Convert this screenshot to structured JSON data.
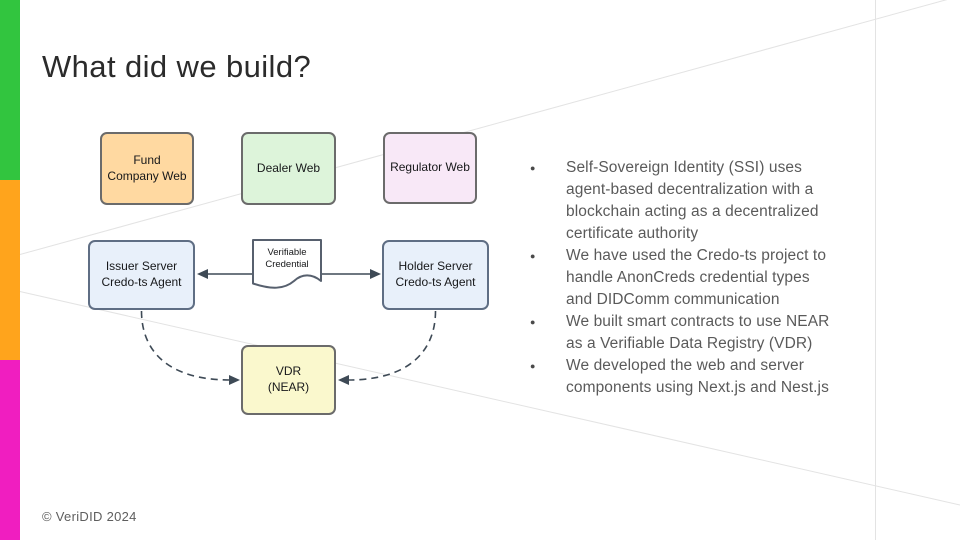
{
  "slide": {
    "title": "What did we build?",
    "footer": "© VeriDID 2024"
  },
  "bullets": {
    "marker": "●",
    "items": [
      {
        "text": "Self-Sovereign Identity (SSI) uses\nagent-based decentralization with a\nblockchain acting as a decentralized\ncertificate authority"
      },
      {
        "text": "We have used the Credo-ts project to\nhandle AnonCreds credential types\nand DIDComm communication"
      },
      {
        "text": "We built smart contracts to use NEAR\nas a Verifiable Data Registry (VDR)"
      },
      {
        "text": "We developed the web and server\ncomponents using Next.js and Nest.js"
      }
    ]
  },
  "diagram": {
    "nodes": {
      "fund": {
        "label": "Fund Company Web",
        "fill": "#ffd9a1"
      },
      "dealer": {
        "label": "Dealer Web",
        "fill": "#ddf4da"
      },
      "regulator": {
        "label": "Regulator Web",
        "fill": "#f8e8f7"
      },
      "issuer": {
        "label": "Issuer Server Credo-ts Agent",
        "fill": "#e8f0fa"
      },
      "holder": {
        "label": "Holder Server Credo-ts Agent",
        "fill": "#e8f0fa"
      },
      "vdr": {
        "label": "VDR (NEAR)",
        "fill": "#faf8cd"
      }
    },
    "credential_document": {
      "label": "Verifiable Credential"
    }
  },
  "colors": {
    "accent_green": "#32c53f",
    "accent_orange": "#ffa41c",
    "accent_magenta": "#f01ec0",
    "connector": "#3e4a56",
    "decor_line": "#e3e3e3",
    "body_text": "#5a5a5a",
    "title_text": "#2b2b2b"
  }
}
